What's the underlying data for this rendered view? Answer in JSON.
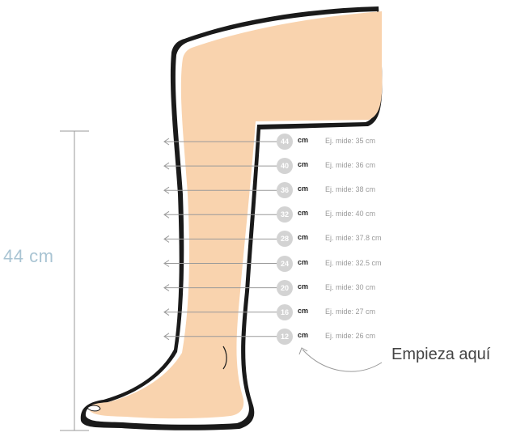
{
  "total_height": "44 cm",
  "start_label": "Empieza aquí",
  "unit": "cm",
  "measurements": [
    {
      "height": "44",
      "example": "Ej. mide: 35 cm"
    },
    {
      "height": "40",
      "example": "Ej. mide: 36 cm"
    },
    {
      "height": "36",
      "example": "Ej. mide: 38 cm"
    },
    {
      "height": "32",
      "example": "Ej. mide: 40 cm"
    },
    {
      "height": "28",
      "example": "Ej. mide: 37.8 cm"
    },
    {
      "height": "24",
      "example": "Ej. mide: 32.5 cm"
    },
    {
      "height": "20",
      "example": "Ej. mide: 30 cm"
    },
    {
      "height": "16",
      "example": "Ej. mide: 27 cm"
    },
    {
      "height": "12",
      "example": "Ej. mide: 26 cm"
    }
  ],
  "colors": {
    "skin": "#f9d3ae",
    "outline": "#1a1a1a",
    "guide_line": "#9a9a9a",
    "height_label": "#a9c4d3"
  }
}
